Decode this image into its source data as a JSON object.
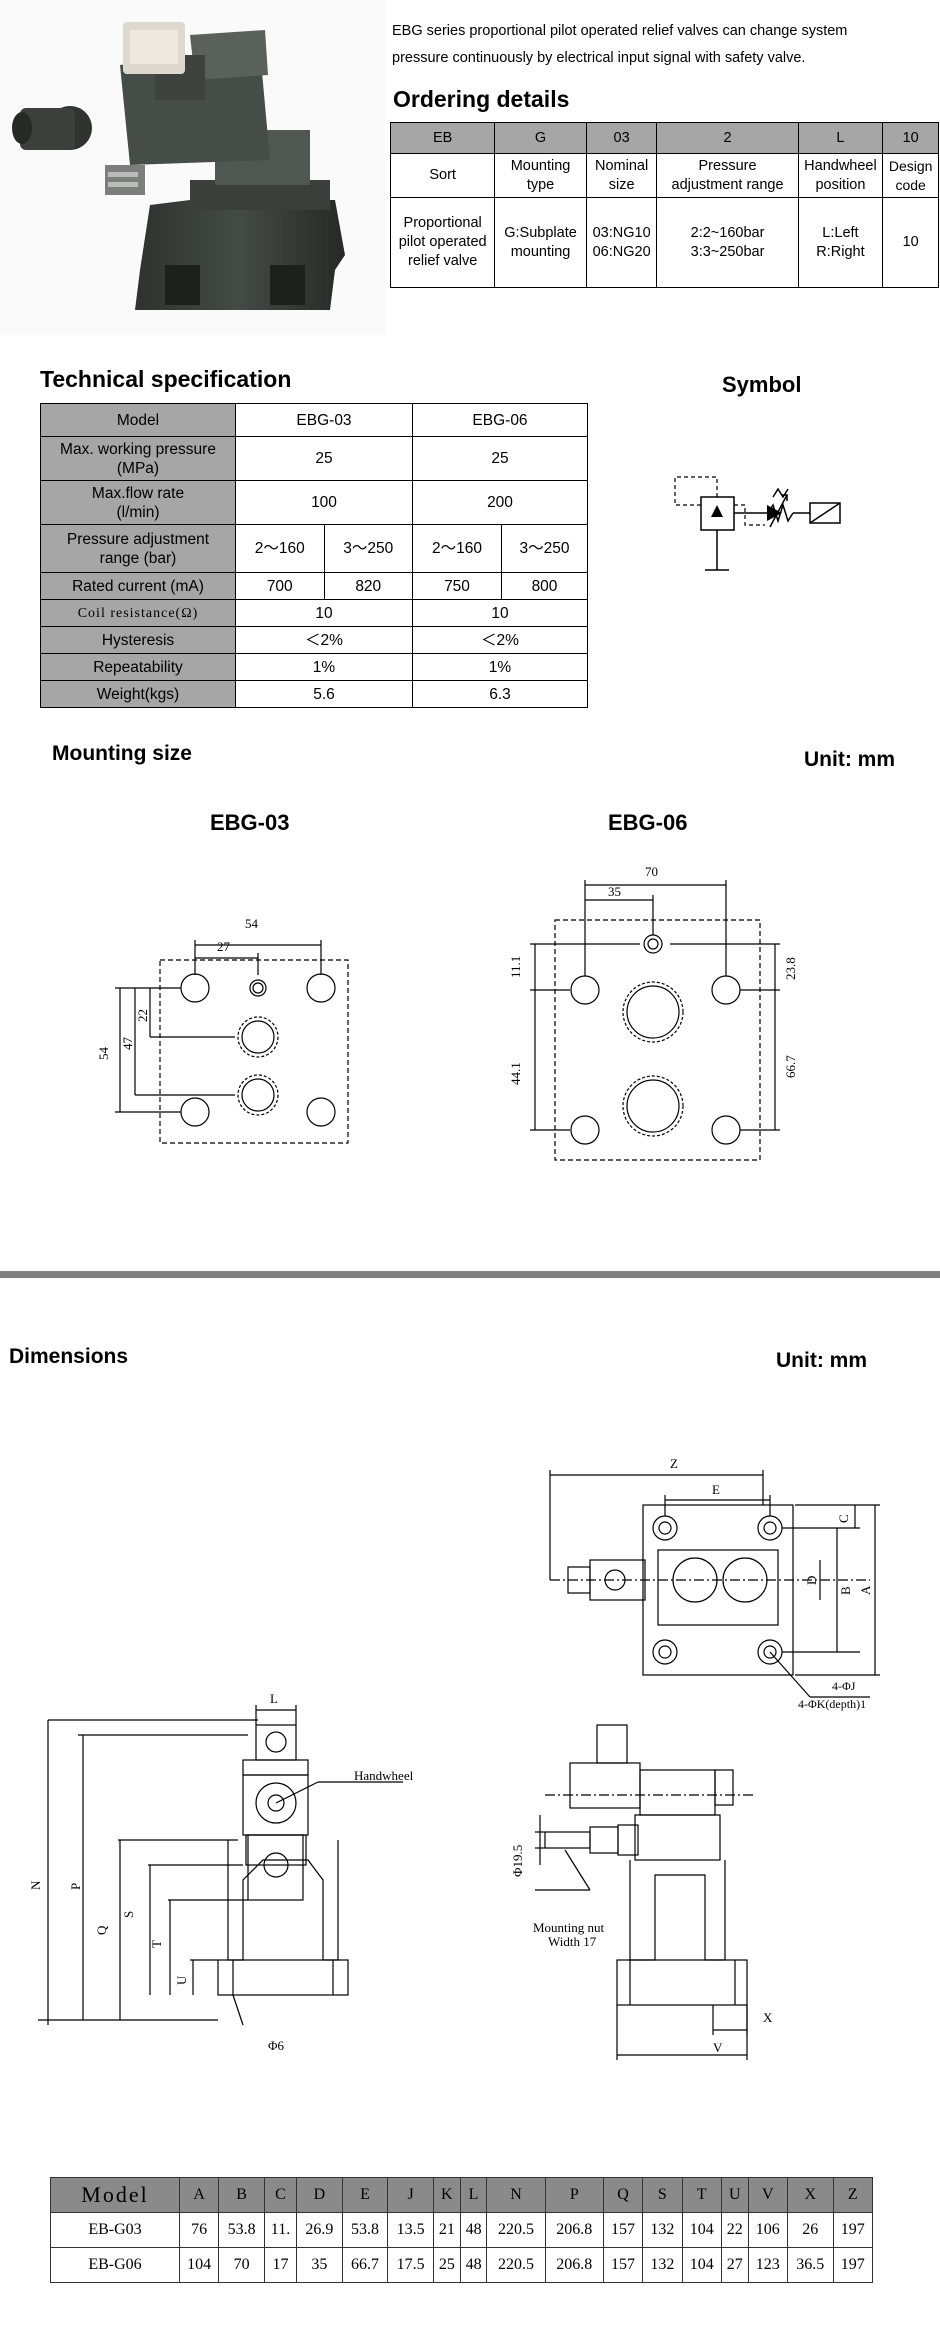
{
  "intro": {
    "line1": "EBG series proportional pilot operated relief valves can change system",
    "line2": "pressure continuously by electrical input signal with safety valve."
  },
  "ordering": {
    "title": "Ordering details",
    "codes": [
      "EB",
      "G",
      "03",
      "2",
      "L",
      "10"
    ],
    "headers": [
      [
        "Sort"
      ],
      [
        "Mounting",
        "type"
      ],
      [
        "Nominal",
        "size"
      ],
      [
        "Pressure",
        "adjustment range"
      ],
      [
        "Handwheel",
        "position"
      ],
      [
        "Design",
        "code"
      ]
    ],
    "values": [
      [
        "Proportional",
        "pilot operated",
        "relief valve"
      ],
      [
        "G:Subplate",
        "mounting"
      ],
      [
        "03:NG10",
        "06:NG20"
      ],
      [
        "2:2~160bar",
        "3:3~250bar"
      ],
      [
        "L:Left",
        "R:Right"
      ],
      [
        "10"
      ]
    ]
  },
  "tech": {
    "title": "Technical specification",
    "model_label": "Model",
    "models": [
      "EBG-03",
      "EBG-06"
    ],
    "rows": [
      {
        "label": [
          "Max. working pressure",
          "(MPa)"
        ],
        "values": [
          "25",
          "25"
        ]
      },
      {
        "label": [
          "Max.flow rate",
          "(l/min)"
        ],
        "values": [
          "100",
          "200"
        ]
      }
    ],
    "pressure_label": [
      "Pressure adjustment",
      "range (bar)"
    ],
    "pressure_values": [
      "2～160",
      "3～250",
      "2～160",
      "3～250"
    ],
    "current_label": "Rated current (mA)",
    "current_values": [
      "700",
      "820",
      "750",
      "800"
    ],
    "rows2": [
      {
        "label": "Coil resistance(Ω)",
        "values": [
          "10",
          "10"
        ]
      },
      {
        "label": "Hysteresis",
        "values": [
          "＜2%",
          "＜2%"
        ]
      },
      {
        "label": "Repeatability",
        "values": [
          "1%",
          "1%"
        ]
      },
      {
        "label": "Weight(kgs)",
        "values": [
          "5.6",
          "6.3"
        ]
      }
    ]
  },
  "symbol": {
    "title": "Symbol"
  },
  "mounting": {
    "title": "Mounting size",
    "unit": "Unit: mm",
    "ebg03": {
      "title": "EBG-03",
      "d1": "54",
      "d2": "27",
      "d3": "22",
      "d4": "47",
      "d5": "54"
    },
    "ebg06": {
      "title": "EBG-06",
      "d1": "70",
      "d2": "35",
      "d3": "11.1",
      "d4": "44.1",
      "d5": "23.8",
      "d6": "66.7"
    }
  },
  "dimensions": {
    "title": "Dimensions",
    "unit": "Unit: mm",
    "labels": {
      "z": "Z",
      "e": "E",
      "c": "C",
      "d": "D",
      "b": "B",
      "a": "A",
      "j": "4-ΦJ",
      "k": "4-ΦK(depth)1",
      "l": "L",
      "handwheel": "Handwheel",
      "n": "N",
      "p": "P",
      "q": "Q",
      "s": "S",
      "t": "T",
      "u": "U",
      "phi6": "Φ6",
      "phi195": "Φ19.5",
      "nut1": "Mounting nut",
      "nut2": "Width 17",
      "x": "X",
      "v": "V"
    },
    "table": {
      "header": [
        "Model",
        "A",
        "B",
        "C",
        "D",
        "E",
        "J",
        "K",
        "L",
        "N",
        "P",
        "Q",
        "S",
        "T",
        "U",
        "V",
        "X",
        "Z"
      ],
      "rows": [
        [
          "EB-G03",
          "76",
          "53.8",
          "11.",
          "26.9",
          "53.8",
          "13.5",
          "21",
          "48",
          "220.5",
          "206.8",
          "157",
          "132",
          "104",
          "22",
          "106",
          "26",
          "197"
        ],
        [
          "EB-G06",
          "104",
          "70",
          "17",
          "35",
          "66.7",
          "17.5",
          "25",
          "48",
          "220.5",
          "206.8",
          "157",
          "132",
          "104",
          "27",
          "123",
          "36.5",
          "197"
        ]
      ]
    }
  }
}
